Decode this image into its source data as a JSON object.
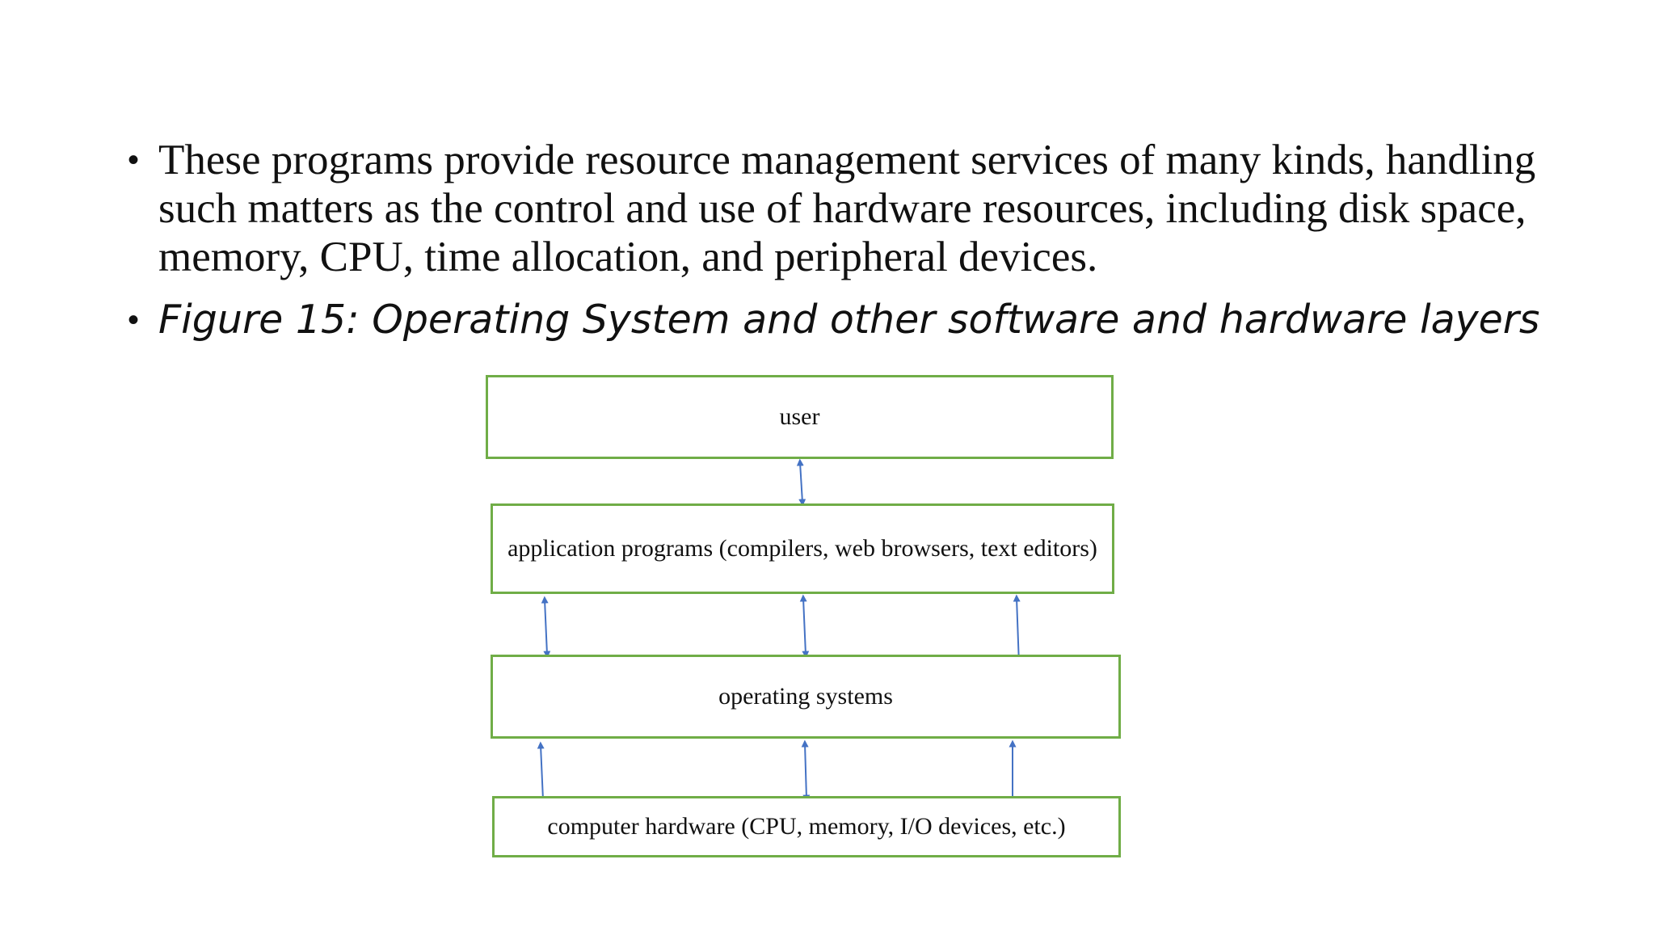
{
  "bullets": [
    {
      "text": "These programs provide resource management services of many kinds, handling such matters as the control and use of hardware resources, including disk space, memory, CPU, time allocation, and peripheral devices."
    },
    {
      "text": "Figure 15: Operating System and other software and hardware layers"
    }
  ],
  "diagram": {
    "layers": [
      {
        "label": "user"
      },
      {
        "label": "application programs (compilers, web browsers, text editors)"
      },
      {
        "label": "operating systems"
      },
      {
        "label": "computer hardware (CPU, memory, I/O devices, etc.)"
      }
    ],
    "colors": {
      "box_border": "#70ad47",
      "arrow": "#4472c4"
    }
  }
}
